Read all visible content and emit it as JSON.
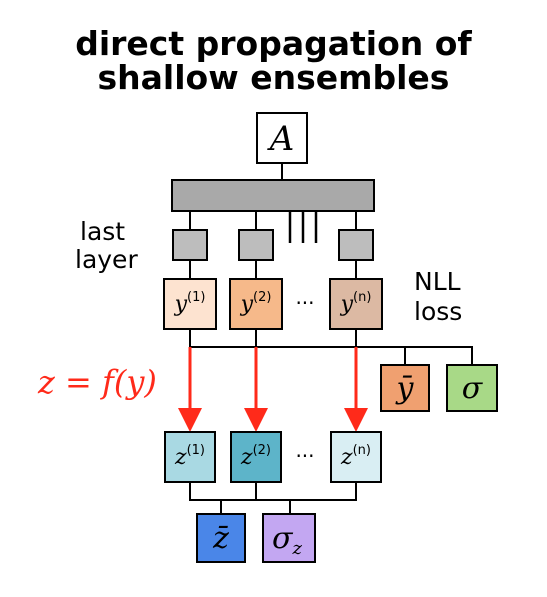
{
  "title_line1": "direct propagation of",
  "title_line2": "shallow ensembles",
  "input_label": "A",
  "last_layer_label": {
    "line1": "last",
    "line2": "layer"
  },
  "loss_label": {
    "line1": "NLL",
    "line2": "loss"
  },
  "map_label": "z = f(y)",
  "y_nodes": [
    {
      "base": "y",
      "sup": "(1)",
      "color": "#fde3d0"
    },
    {
      "base": "y",
      "sup": "(2)",
      "color": "#f6b98a"
    },
    {
      "base": "y",
      "sup": "(n)",
      "color": "#dcb9a3"
    }
  ],
  "z_nodes": [
    {
      "base": "z",
      "sup": "(1)",
      "color": "#a9d9e3"
    },
    {
      "base": "z",
      "sup": "(2)",
      "color": "#5db4c9"
    },
    {
      "base": "z",
      "sup": "(n)",
      "color": "#d9eef3"
    }
  ],
  "y_ellipsis": "···",
  "z_ellipsis": "···",
  "y_mean": {
    "text": "ȳ",
    "color": "#f0a070"
  },
  "y_sigma": {
    "text": "σ",
    "color": "#a8d987"
  },
  "z_mean": {
    "text": "z̄",
    "color": "#4a86e8"
  },
  "z_sigma": {
    "base": "σ",
    "sub": "z",
    "color": "#c3a7f2"
  },
  "colors": {
    "hidden_bar": "#a9a9a9",
    "last_layer_box": "#bdbdbd",
    "arrow": "#ff2a1a",
    "map_text": "#ff2a1a"
  }
}
